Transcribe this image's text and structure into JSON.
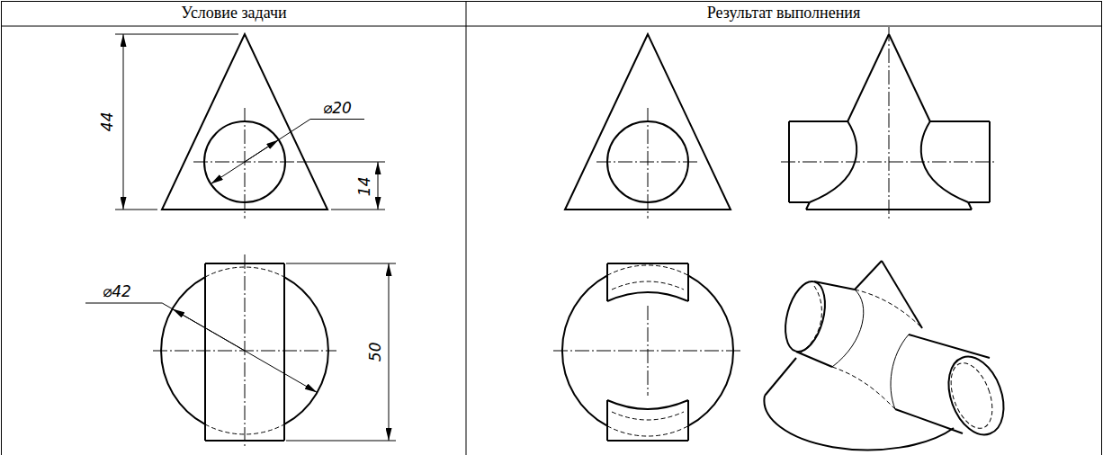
{
  "diagram": {
    "labels": [
      "Условие задачи",
      "Результат выполнения",
      "44",
      "⌀20",
      "14",
      "⌀42",
      "50"
    ]
  }
}
